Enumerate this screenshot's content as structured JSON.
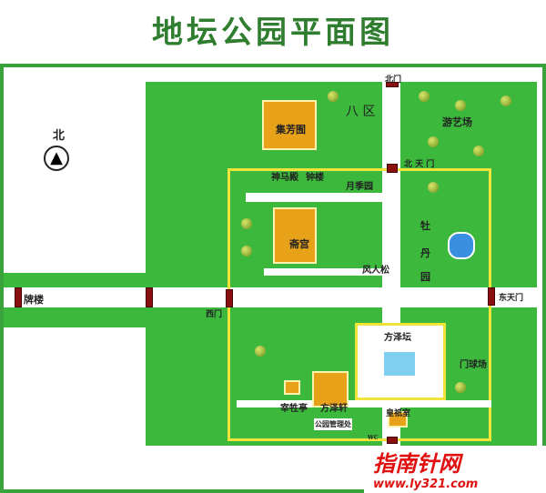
{
  "title": "地坛公园平面图",
  "compass": {
    "label": "北",
    "icon": "north-arrow-icon"
  },
  "labels": {
    "pailou": "牌楼",
    "ximen": "西门",
    "jifangyou": "集芳囿",
    "baqu": "八  区",
    "beimen": "北门",
    "youyichang": "游艺场",
    "beitianmen": "北 天 门",
    "shenmadian": "神马殿",
    "zhonglou": "钟楼",
    "yuejiyuan": "月季园",
    "zhaigong": "斋宫",
    "mudanyuan": [
      "牡",
      "丹",
      "园"
    ],
    "fengrensong": "风人松",
    "dongtianmen": "东天门",
    "fangzetan": "方泽坛",
    "menqiuchang": "门球场",
    "zaishengting": "宰牲亭",
    "fangzexuan": "方泽轩",
    "huangqishi": "皇祇室",
    "guanlichu": "公园管理处",
    "wc": "WC"
  },
  "watermark": {
    "cn": "指南针网",
    "url": "www.ly321.com"
  }
}
